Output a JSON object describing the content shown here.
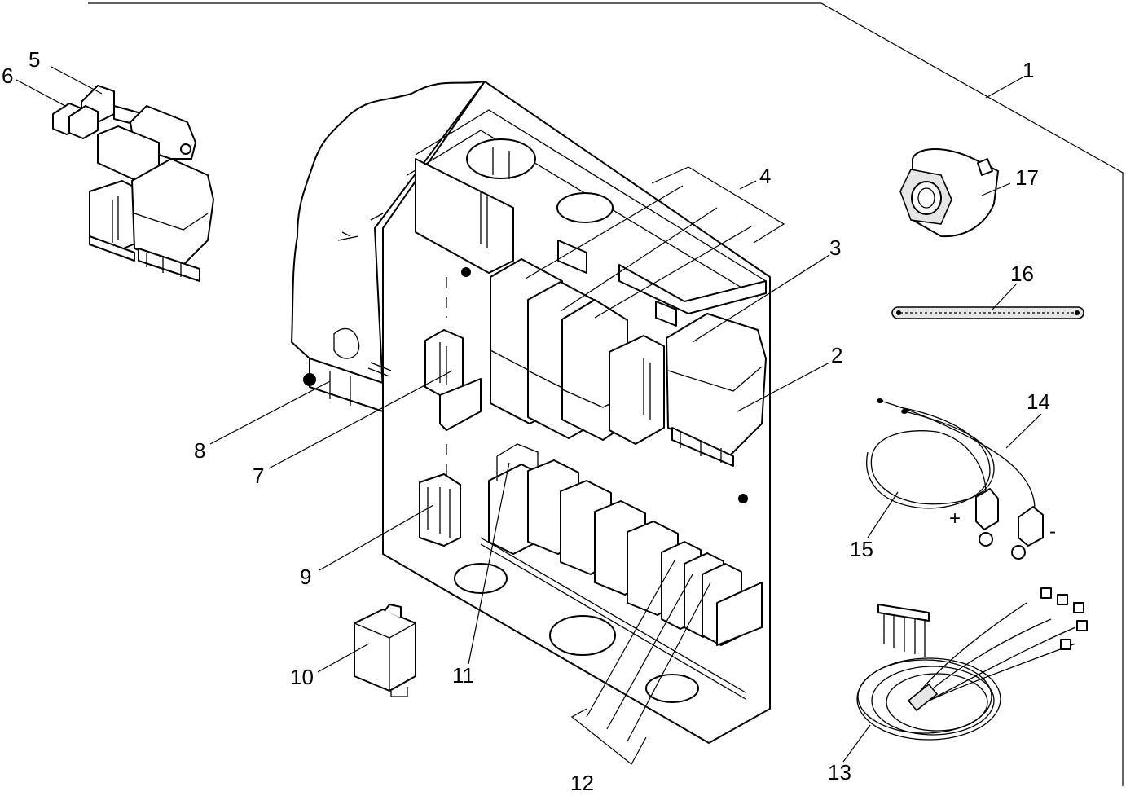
{
  "callouts": [
    {
      "id": "1",
      "text": "1"
    },
    {
      "id": "2",
      "text": "2"
    },
    {
      "id": "3",
      "text": "3"
    },
    {
      "id": "4",
      "text": "4"
    },
    {
      "id": "5",
      "text": "5"
    },
    {
      "id": "6",
      "text": "6"
    },
    {
      "id": "7",
      "text": "7"
    },
    {
      "id": "8",
      "text": "8"
    },
    {
      "id": "9",
      "text": "9"
    },
    {
      "id": "10",
      "text": "10"
    },
    {
      "id": "11",
      "text": "11"
    },
    {
      "id": "12",
      "text": "12"
    },
    {
      "id": "13",
      "text": "13"
    },
    {
      "id": "14",
      "text": "14"
    },
    {
      "id": "15",
      "text": "15"
    },
    {
      "id": "16",
      "text": "16"
    },
    {
      "id": "17",
      "text": "17"
    }
  ],
  "polarity": {
    "plus": "+",
    "minus": "-"
  },
  "colors": {
    "line": "#000000",
    "background": "#ffffff"
  }
}
